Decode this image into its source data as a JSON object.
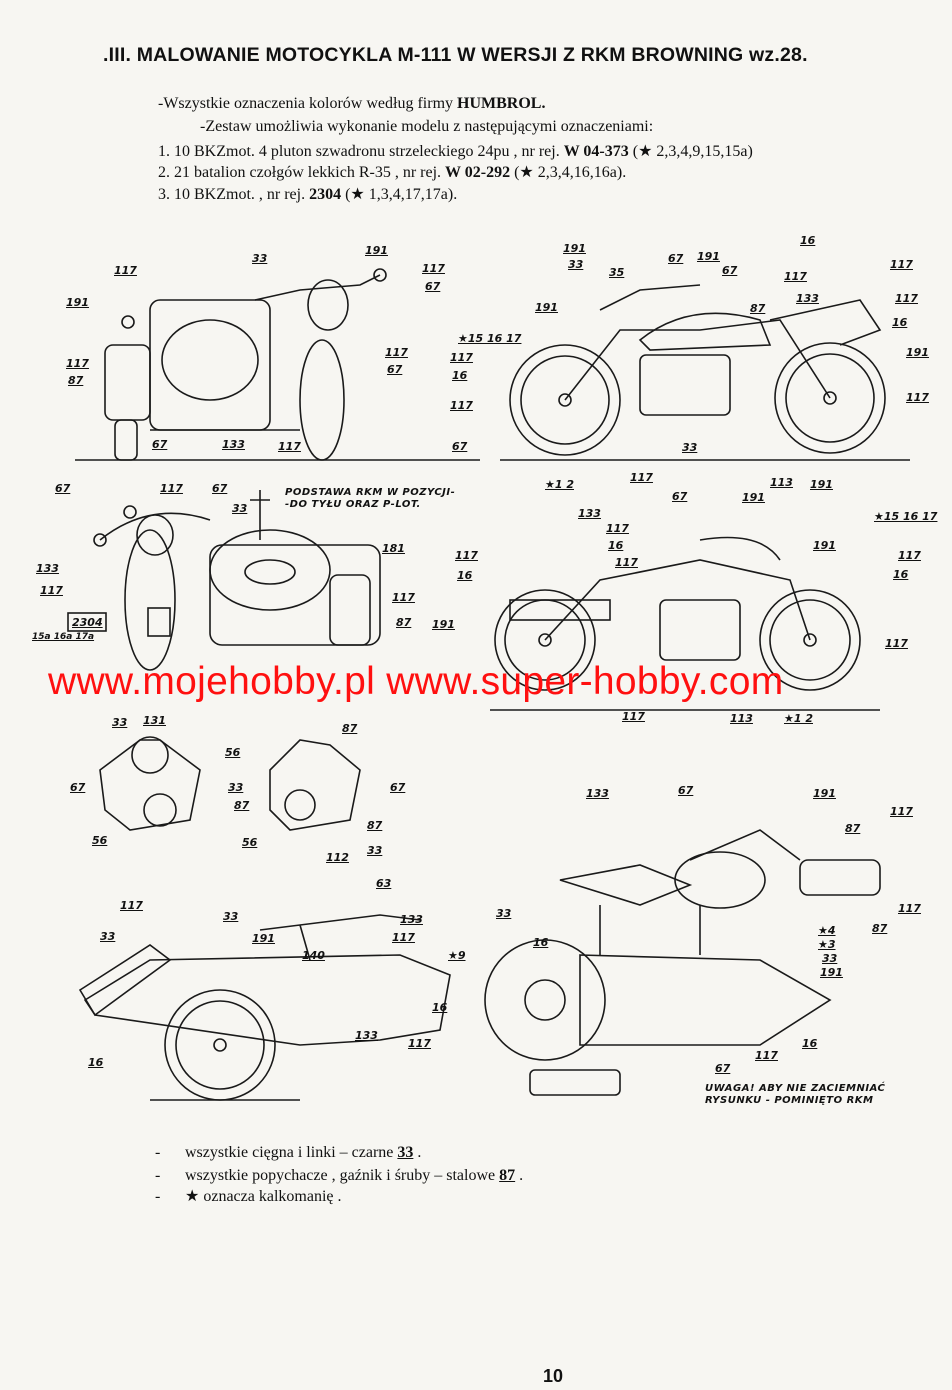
{
  "title": ".III. MALOWANIE MOTOCYKLA M-111 W WERSJI Z RKM BROWNING wz.28.",
  "intro": {
    "line1_text": "-Wszystkie oznaczenia kolorów według firmy ",
    "line1_brand": "HUMBROL.",
    "line2": "-Zestaw umożliwia wykonanie modelu z następującymi oznaczeniami:",
    "items": [
      {
        "prefix": "1. 10 BKZmot. 4 pluton szwadronu strzeleckiego 24pu , nr rej. ",
        "reg": "W 04-373",
        "decals": "(★ 2,3,4,9,15,15a)"
      },
      {
        "prefix": "2. 21 batalion czołgów lekkich R-35 , nr rej. ",
        "reg": "W 02-292",
        "decals": "(★ 2,3,4,16,16a)."
      },
      {
        "prefix": "3. 10 BKZmot.  , nr rej. ",
        "reg": "2304",
        "decals": "(★ 1,3,4,17,17a)."
      }
    ]
  },
  "figures": {
    "front_rear_view": [
      "117",
      "33",
      "191",
      "117",
      "67",
      "191",
      "117",
      "87",
      "117",
      "67",
      "67",
      "133",
      "117",
      "67"
    ],
    "side_view_right": [
      "191",
      "33",
      "35",
      "67",
      "191",
      "67",
      "16",
      "117",
      "87",
      "133",
      "117",
      "117",
      "16",
      "★15 16 17",
      "117",
      "16",
      "117",
      "191",
      "191",
      "117",
      "33",
      "117",
      "113",
      "191",
      "★1 2"
    ],
    "front_view_sidecar": [
      "67",
      "117",
      "67",
      "33",
      "181",
      "133",
      "117",
      "2304",
      "117",
      "87",
      "15a 16a 17a"
    ],
    "side_view_left": [
      "133",
      "67",
      "191",
      "★15 16 17",
      "117",
      "16",
      "117",
      "191",
      "117",
      "16",
      "117",
      "16",
      "191",
      "117",
      "117",
      "113",
      "★1 2"
    ],
    "engines": [
      "33",
      "131",
      "87",
      "56",
      "67",
      "33",
      "87",
      "67",
      "87",
      "56",
      "56",
      "112",
      "33"
    ],
    "sidecar_side": [
      "63",
      "117",
      "33",
      "133",
      "191",
      "117",
      "33",
      "140",
      "★9",
      "16",
      "133",
      "117",
      "16"
    ],
    "top_view": [
      "133",
      "67",
      "191",
      "117",
      "87",
      "33",
      "16",
      "117",
      "87",
      "★4",
      "★3",
      "33",
      "191",
      "16",
      "117",
      "67"
    ]
  },
  "notes": {
    "mg_mount": [
      "PODSTAWA RKM W POZYCJI-",
      "-DO TYŁU ORAZ P-LOT."
    ],
    "warning": [
      "UWAGA! ABY NIE ZACIEMNIAĆ",
      "RYSUNKU - POMINIĘTO RKM"
    ]
  },
  "watermark": "www.mojehobby.pl www.super-hobby.com",
  "footnotes": [
    {
      "text": "wszystkie cięgna i linki – czarne ",
      "code": "33",
      "end": " ."
    },
    {
      "text": "wszystkie popychacze , gaźnik i śruby – stalowe ",
      "code": "87",
      "end": " ."
    },
    {
      "text": "★   oznacza kalkomanię .",
      "code": "",
      "end": ""
    }
  ],
  "page_number": "10"
}
